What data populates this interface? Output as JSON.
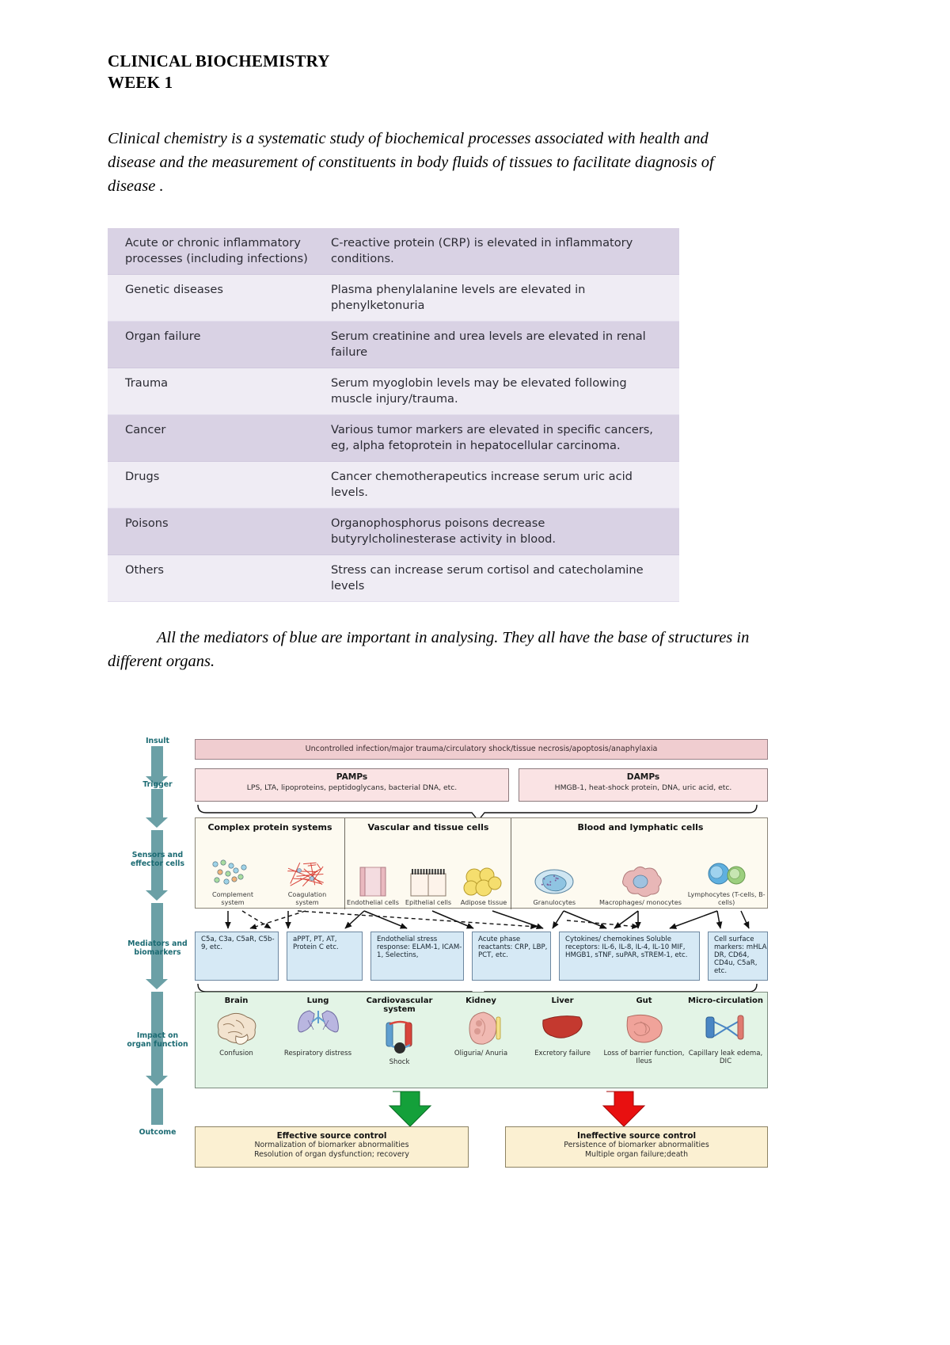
{
  "heading": {
    "line1": "CLINICAL BIOCHEMISTRY",
    "line2": "WEEK 1"
  },
  "intro_paragraph": "Clinical chemistry is a systematic study of biochemical processes associated with health and disease and the measurement of constituents in body fluids of tissues to facilitate diagnosis of disease .",
  "note_paragraph": "All the mediators of blue are important in analysing. They all  have the base of structures in different organs.",
  "table": {
    "rows": [
      {
        "cause": "Acute or chronic inflammatory processes (including infections)",
        "example": "C-reactive protein (CRP) is elevated in inflammatory conditions."
      },
      {
        "cause": "Genetic diseases",
        "example": "Plasma phenylalanine levels are elevated in phenylketonuria"
      },
      {
        "cause": "Organ failure",
        "example": "Serum creatinine and urea levels are elevated in renal failure"
      },
      {
        "cause": "Trauma",
        "example": "Serum myoglobin levels may be elevated following muscle injury/trauma."
      },
      {
        "cause": "Cancer",
        "example": "Various tumor markers are elevated in specific cancers, eg, alpha fetoprotein in hepatocellular carcinoma."
      },
      {
        "cause": "Drugs",
        "example": "Cancer chemotherapeutics increase serum uric acid levels."
      },
      {
        "cause": "Poisons",
        "example": "Organophosphorus poisons decrease butyrylcholinesterase activity in blood."
      },
      {
        "cause": "Others",
        "example": "Stress can increase serum cortisol and catecholamine levels"
      }
    ]
  },
  "figure": {
    "rail_labels": [
      "Insult",
      "Trigger",
      "Sensors and effector cells",
      "Mediators and biomarkers",
      "Impact on organ function",
      "Outcome"
    ],
    "insult": "Uncontrolled infection/major trauma/circulatory shock/tissue necrosis/apoptosis/anaphylaxia",
    "triggers": [
      {
        "title": "PAMPs",
        "subtitle": "LPS, LTA, lipoproteins, peptidoglycans, bacterial DNA, etc."
      },
      {
        "title": "DAMPs",
        "subtitle": "HMGB-1, heat-shock protein, DNA, uric acid, etc."
      }
    ],
    "sensor_groups": [
      {
        "title": "Complex protein systems",
        "cells": [
          "Complement system",
          "Coagulation system"
        ]
      },
      {
        "title": "Vascular and tissue cells",
        "cells": [
          "Endothelial cells",
          "Epithelial cells",
          "Adipose tissue"
        ]
      },
      {
        "title": "Blood and lymphatic cells",
        "cells": [
          "Granulocytes",
          "Macrophages/ monocytes",
          "Lymphocytes (T-cells, B-cells)"
        ]
      }
    ],
    "mediators": [
      "C5a, C3a, C5aR, C5b-9, etc.",
      "aPPT, PT, AT, Protein C etc.",
      "Endothelial stress response: ELAM-1, ICAM-1, Selectins,",
      "Acute phase reactants: CRP, LBP, PCT, etc.",
      "Cytokines/ chemokines Soluble receptors: IL-6, IL-8, IL-4, IL-10 MIF, HMGB1, sTNF, suPAR, sTREM-1, etc.",
      "Cell surface markers: mHLA DR, CD64, CD4u, C5aR, etc."
    ],
    "organs": [
      {
        "name": "Brain",
        "effect": "Confusion"
      },
      {
        "name": "Lung",
        "effect": "Respiratory distress"
      },
      {
        "name": "Cardiovascular system",
        "effect": "Shock"
      },
      {
        "name": "Kidney",
        "effect": "Oliguria/ Anuria"
      },
      {
        "name": "Liver",
        "effect": "Excretory failure"
      },
      {
        "name": "Gut",
        "effect": "Loss of barrier function, Ileus"
      },
      {
        "name": "Micro-circulation",
        "effect": "Capillary leak edema, DIC"
      }
    ],
    "outcomes": [
      {
        "title": "Effective source control",
        "line1": "Normalization of biomarker abnormalities",
        "line2": "Resolution of organ dysfunction; recovery",
        "arrow_color": "#14a03a"
      },
      {
        "title": "Ineffective source control",
        "line1": "Persistence of biomarker abnormalities",
        "line2": "Multiple organ failure;death",
        "arrow_color": "#e81010"
      }
    ]
  }
}
